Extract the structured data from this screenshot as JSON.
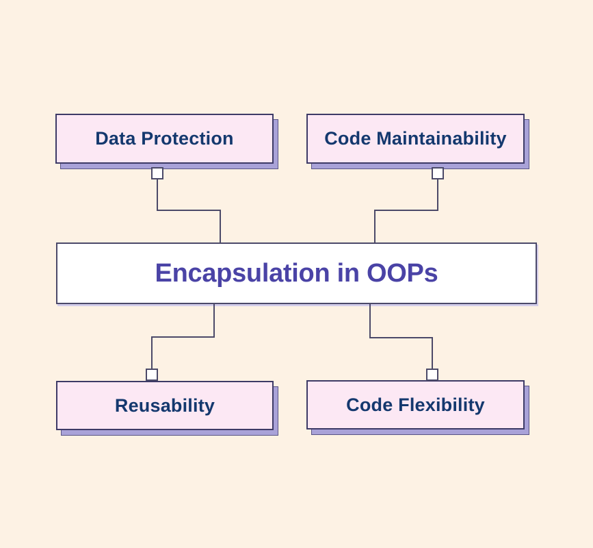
{
  "diagram": {
    "title": "Encapsulation in OOPs",
    "nodes": [
      {
        "id": "data-protection",
        "label": "Data Protection",
        "position": "top-left"
      },
      {
        "id": "code-maintainability",
        "label": "Code Maintainability",
        "position": "top-right"
      },
      {
        "id": "reusability",
        "label": "Reusability",
        "position": "bottom-left"
      },
      {
        "id": "code-flexibility",
        "label": "Code Flexibility",
        "position": "bottom-right"
      }
    ],
    "colors": {
      "background": "#fdf2e4",
      "node_fill": "#fce8f4",
      "node_border": "#3d3a66",
      "node_shadow": "#a9a2d8",
      "node_shadow_edge": "#5a5585",
      "node_text": "#14386e",
      "center_fill": "#ffffff",
      "center_border": "#4b4969",
      "center_text": "#4a43a6",
      "connector": "#4b4968"
    }
  }
}
